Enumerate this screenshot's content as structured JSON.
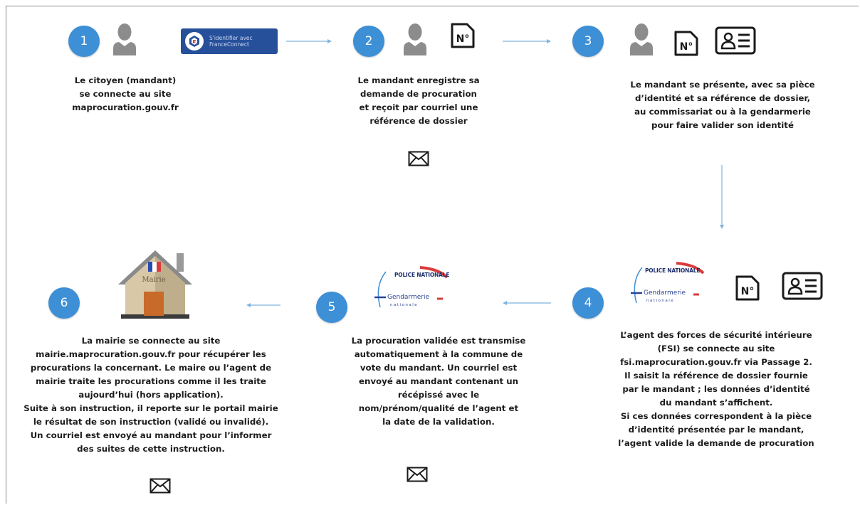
{
  "steps": [
    {
      "number": "1",
      "text": [
        "Le citoyen (mandant)",
        "se connecte au site",
        "maprocuration.gouv.fr"
      ]
    },
    {
      "number": "2",
      "text": [
        "Le mandant enregistre sa",
        "demande de procuration",
        "et reçoit par courriel une",
        "référence de dossier"
      ]
    },
    {
      "number": "3",
      "text": [
        "Le mandant  se présente, avec sa pièce",
        "d’identité et sa référence de dossier,",
        "au commissariat ou à la gendarmerie",
        "pour faire valider son identité"
      ]
    },
    {
      "number": "4",
      "text": [
        "L’agent des forces de sécurité intérieure",
        "(FSI) se connecte au site",
        "fsi.maprocuration.gouv.fr via Passage 2.",
        "Il saisit la référence de dossier fournie",
        "par le mandant ; les données d’identité",
        "du mandant s’affichent.",
        "Si ces données correspondent à la pièce",
        "d’identité présentée par le mandant,",
        "l’agent valide la demande de procuration"
      ]
    },
    {
      "number": "5",
      "text": [
        "La procuration validée est transmise",
        "automatiquement à la commune de",
        "vote du mandant. Un courriel est",
        "envoyé au mandant contenant un",
        "récépissé avec le",
        "nom/prénom/qualité de l’agent et",
        "la date de la validation."
      ]
    },
    {
      "number": "6",
      "text": [
        "La mairie se connecte au site",
        "mairie.maprocuration.gouv.fr pour récupérer les",
        "procurations la concernant. Le maire ou l’agent de",
        "mairie traite les procurations comme il les traite",
        "aujourd’hui (hors application).",
        "Suite à son instruction, il reporte sur le portail mairie",
        "le résultat de son instruction (validé ou invalidé).",
        "Un courriel est envoyé au mandant pour l’informer",
        "des suites de cette instruction."
      ]
    }
  ],
  "icons": {
    "number_doc": "N°",
    "franceconnect_line1": "S'identifier avec",
    "franceconnect_line2": "FranceConnect",
    "police_nationale": "POLICE NATIONALE",
    "gendarmerie": "Gendarmerie",
    "gendarmerie_sub": "nationale",
    "mairie_sign": "Mairie"
  },
  "colors": {
    "step_circle": "#3d8fd6",
    "arrow": "#7fb3de",
    "franceconnect": "#27509b"
  }
}
